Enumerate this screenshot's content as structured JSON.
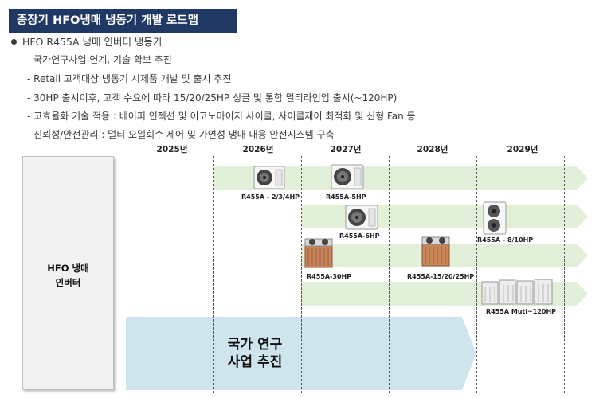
{
  "title": "중장기 HFO냉매 냉동기 개발 로드맵",
  "main_bullet": "HFO R455A 냉매 인버터 냉동기",
  "sub_bullets": [
    "- 국가연구사업 연계, 기술 확보 추진",
    "- Retail 고객대상 냉동기 시제품 개발 및 출시 추진",
    "- 30HP 출시이후, 고객 수요에 따라 15/20/25HP 싱글 및 통합 멀티라인업 출시(~120HP)",
    "- 고효율화 기술 적용 : 베이퍼 인젝션 및 이코노마이저 사이클, 사이클제어 최적화 및 신형 Fan 등",
    "- 신뢰성/안전관리 : 멀티 오일회수 제어 및 가연성 냉매 대응 안전시스템 구축"
  ],
  "years": [
    "2025년",
    "2026년",
    "2027년",
    "2028년",
    "2029년"
  ],
  "left_box": {
    "line1": "HFO 냉매",
    "line2": "인버터"
  },
  "national_project": {
    "line1": "국가 연구",
    "line2": "사업 추진"
  },
  "products": [
    {
      "label": "R455A - 2/3/4HP",
      "icon": "single-fan-condenser-icon"
    },
    {
      "label": "R455A-5HP",
      "icon": "single-fan-condenser-icon"
    },
    {
      "label": "R455A-6HP",
      "icon": "single-fan-condenser-icon"
    },
    {
      "label": "R455A - 8/10HP",
      "icon": "dual-fan-condenser-icon"
    },
    {
      "label": "R455A-30HP",
      "icon": "condensing-unit-icon"
    },
    {
      "label": "R455A-15/20/25HP",
      "icon": "condensing-unit-icon"
    },
    {
      "label": "R455A Muti~120HP",
      "icon": "multi-module-unit-icon"
    }
  ],
  "colors": {
    "title_bg": "#1f3864",
    "roadmap_arrow": "#e2efd9",
    "project_arrow": "#cfe4ec"
  }
}
